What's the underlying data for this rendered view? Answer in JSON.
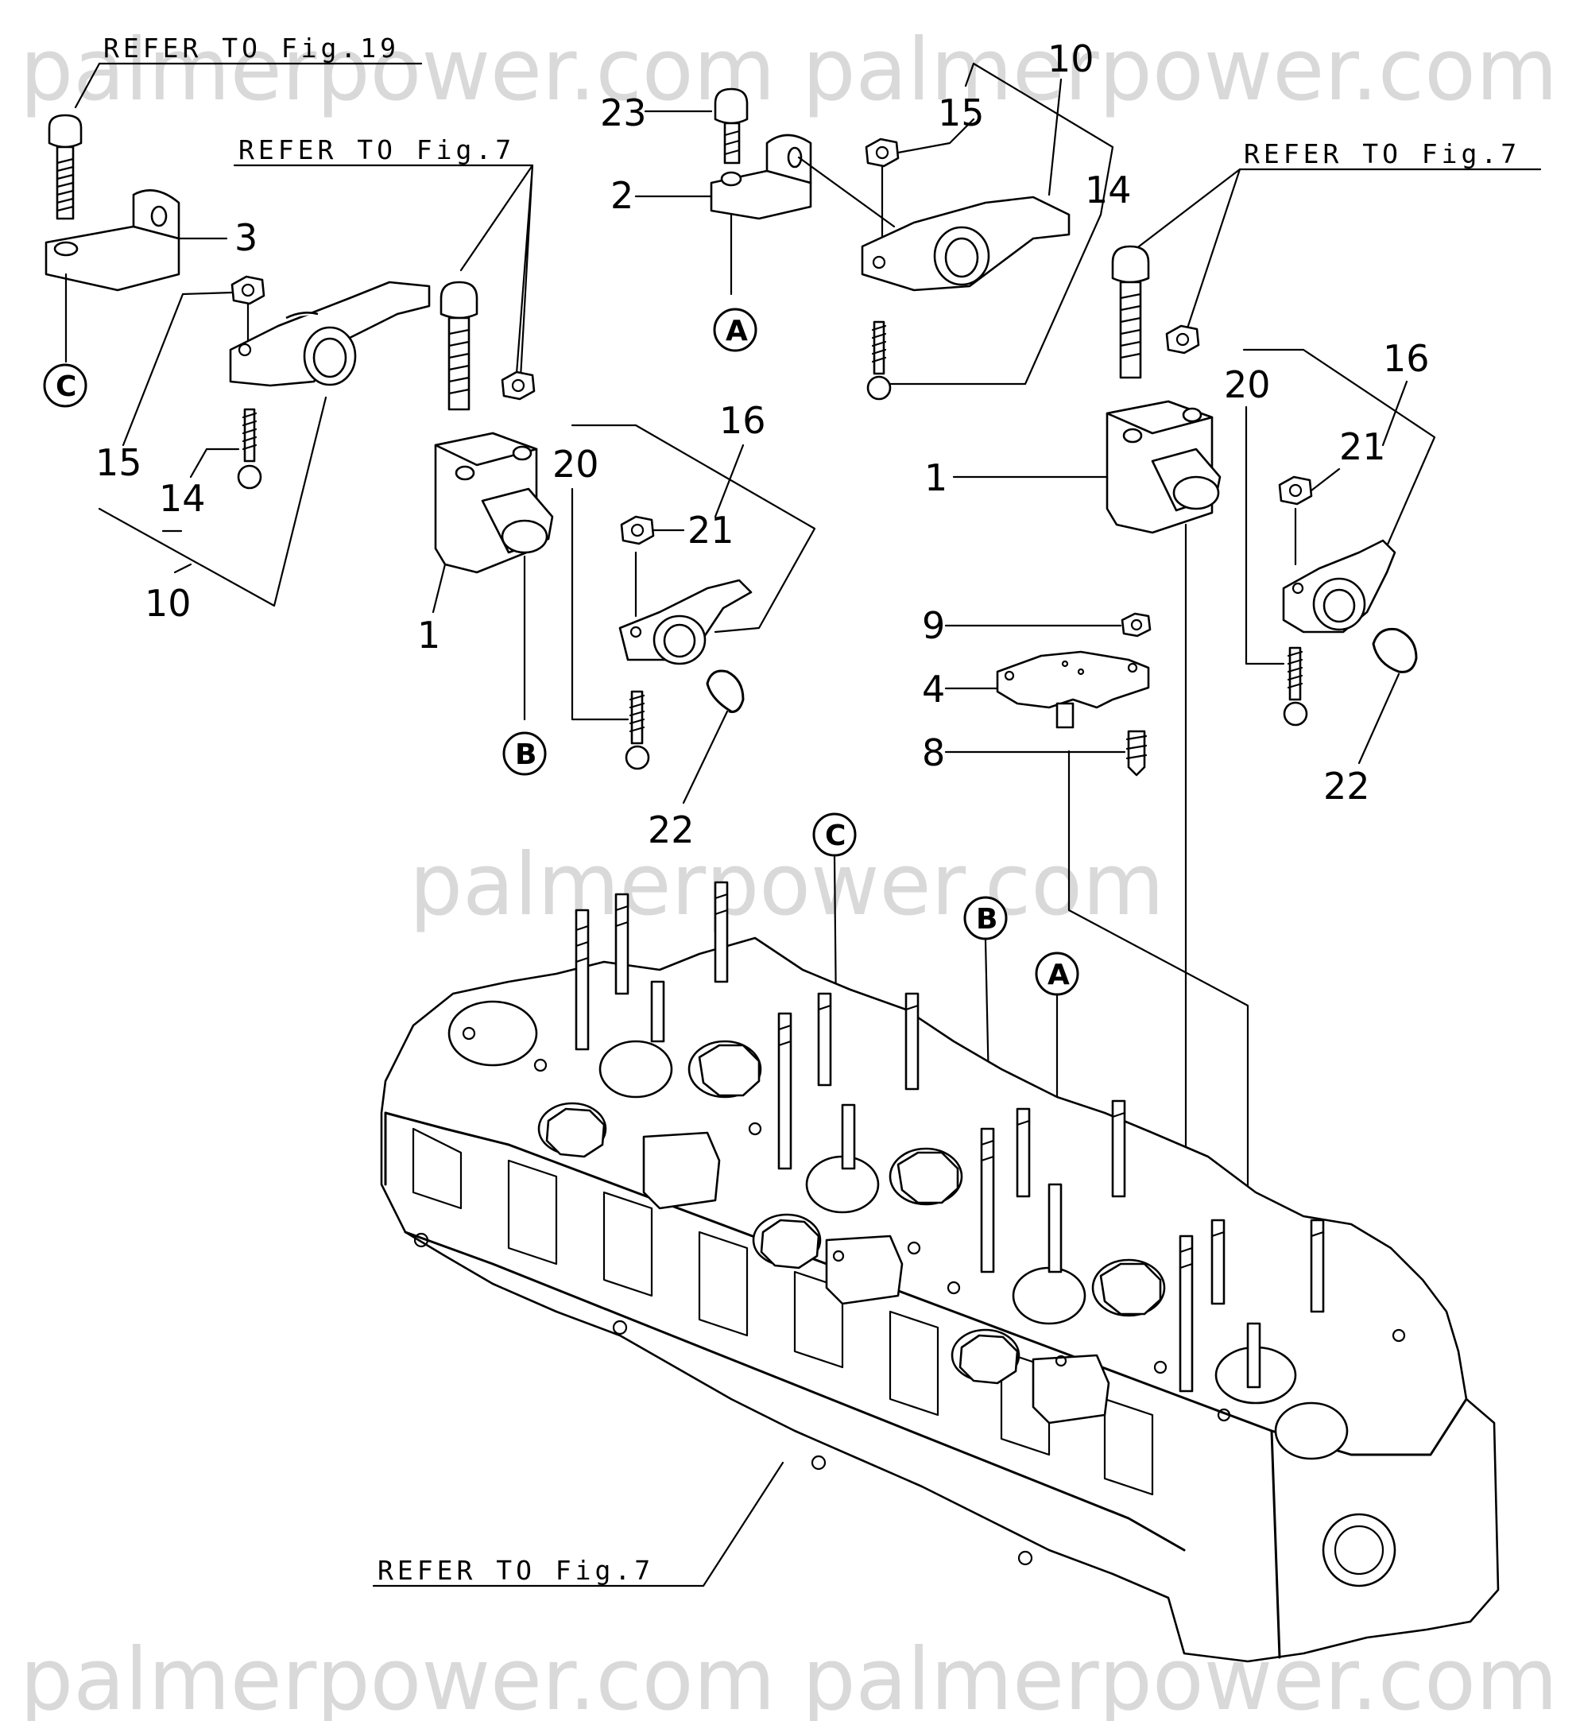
{
  "watermarks": {
    "top": "palmerpower.com palmerpower.com",
    "middle": "palmerpower.com",
    "bottom": "palmerpower.com palmerpower.com"
  },
  "references": {
    "fig19": "REFER TO Fig.19",
    "fig7_left": "REFER TO Fig.7",
    "fig7_right": "REFER TO Fig.7",
    "fig7_bottom": "REFER TO Fig.7"
  },
  "callouts": {
    "p1_left": "1",
    "p1_right": "1",
    "p2": "2",
    "p3": "3",
    "p4": "4",
    "p8": "8",
    "p9": "9",
    "p10_left": "10",
    "p10_top": "10",
    "p14_left": "14",
    "p14_top": "14",
    "p15_left": "15",
    "p15_top": "15",
    "p16_mid": "16",
    "p16_right": "16",
    "p20_mid": "20",
    "p20_right": "20",
    "p21_mid": "21",
    "p21_right": "21",
    "p22_mid": "22",
    "p22_right": "22",
    "p23": "23"
  },
  "markers": {
    "A_top": "A",
    "B_top": "B",
    "C_top": "C",
    "A_head": "A",
    "B_head": "B",
    "C_head": "C"
  }
}
